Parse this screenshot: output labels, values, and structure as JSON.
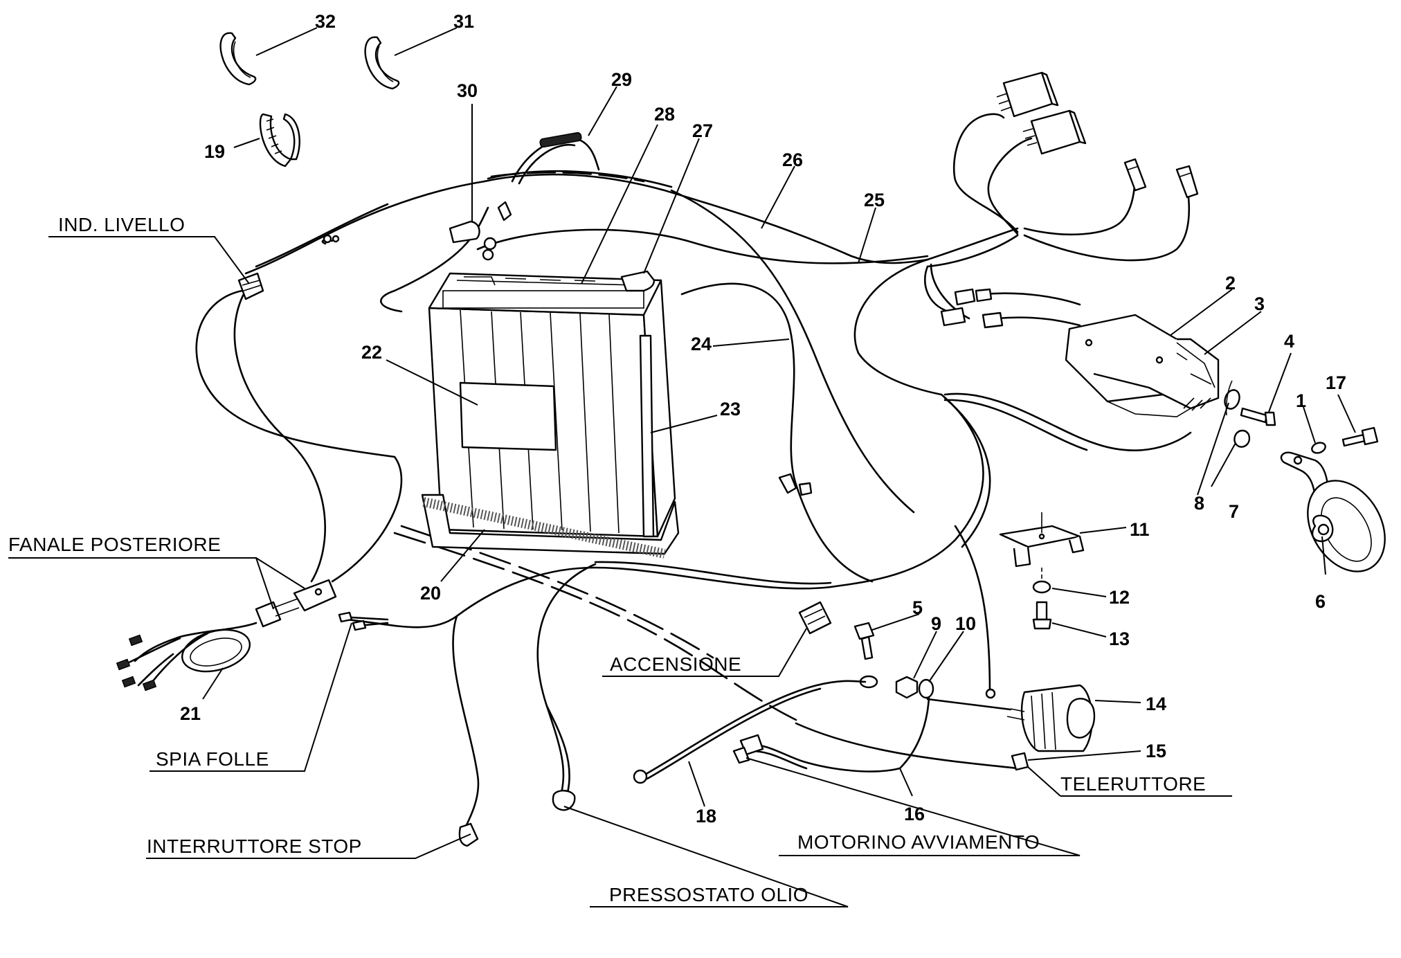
{
  "callouts": {
    "n1": "1",
    "n2": "2",
    "n3": "3",
    "n4": "4",
    "n5": "5",
    "n6": "6",
    "n7": "7",
    "n8": "8",
    "n9": "9",
    "n10": "10",
    "n11": "11",
    "n12": "12",
    "n13": "13",
    "n14": "14",
    "n15": "15",
    "n16": "16",
    "n17": "17",
    "n18": "18",
    "n19": "19",
    "n20": "20",
    "n21": "21",
    "n22": "22",
    "n23": "23",
    "n24": "24",
    "n25": "25",
    "n26": "26",
    "n27": "27",
    "n28": "28",
    "n29": "29",
    "n30": "30",
    "n31": "31",
    "n32": "32"
  },
  "labels": {
    "ind_livello": "IND. LIVELLO",
    "fanale_posteriore": "FANALE POSTERIORE",
    "spia_folle": "SPIA FOLLE",
    "interruttore_stop": "INTERRUTTORE STOP",
    "pressostato_olio": "PRESSOSTATO OLIO",
    "accensione": "ACCENSIONE",
    "motorino_avviamento": "MOTORINO AVVIAMENTO",
    "teleruttore": "TELERUTTORE"
  }
}
